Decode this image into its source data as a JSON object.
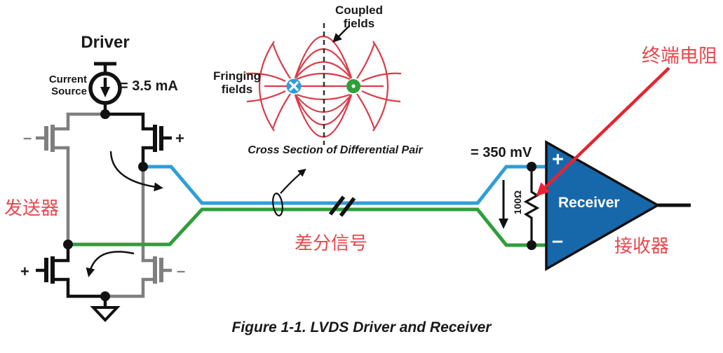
{
  "colors": {
    "line_blue": "#2e9fd8",
    "line_green": "#2f9e3b",
    "receiver_fill": "#1668ab",
    "field_red": "#d93d49",
    "label_red": "#e8474d",
    "arrow_red": "#e82330",
    "inactive_gray": "#7f7f7f"
  },
  "driver": {
    "title": "Driver",
    "current_source": {
      "line1": "Current",
      "line2": "Source",
      "value": "= 3.5 mA"
    },
    "polarity": {
      "top_left": "–",
      "top_right": "+",
      "bottom_left": "+",
      "bottom_right": "–"
    },
    "annotation_cn": "发送器"
  },
  "cross_section": {
    "coupled": {
      "line1": "Coupled",
      "line2": "fields"
    },
    "fringing": {
      "line1": "Fringing",
      "line2": "fields"
    },
    "caption": "Cross Section of Differential Pair"
  },
  "transmission_line": {
    "annotation_cn": "差分信号"
  },
  "receiver": {
    "voltage": "= 350 mV",
    "resistor": "100Ω",
    "input_plus": "+",
    "input_minus": "–",
    "label": "Receiver",
    "termination_annotation_cn": "终端电阻",
    "annotation_cn": "接收器"
  },
  "figure_caption": "Figure 1-1. LVDS Driver and Receiver"
}
